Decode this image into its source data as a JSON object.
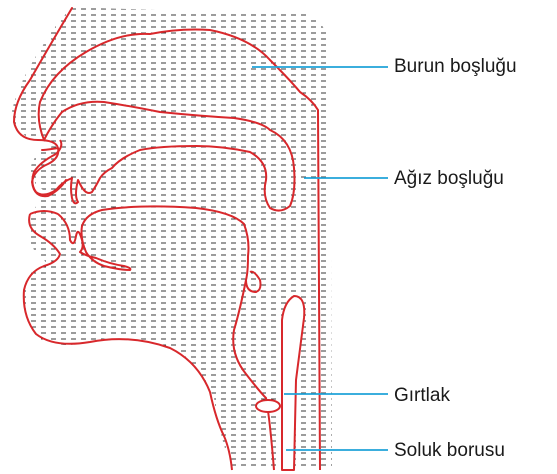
{
  "labels": [
    {
      "text": "Burun boşluğu"
    },
    {
      "text": "Ağız boşluğu"
    },
    {
      "text": "Gırtlak"
    },
    {
      "text": "Soluk borusu"
    }
  ],
  "colors": {
    "outline": "#d8282c",
    "leader": "#1fa3d8",
    "hatch": "#3a3a3a",
    "text": "#1a1a1a"
  }
}
